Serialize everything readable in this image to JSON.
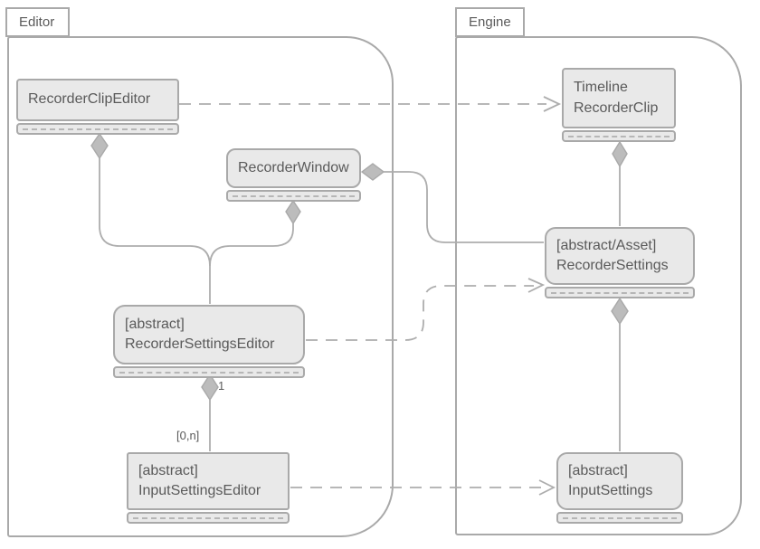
{
  "packages": {
    "editor": {
      "label": "Editor"
    },
    "engine": {
      "label": "Engine"
    }
  },
  "classes": {
    "recorder_clip_editor": {
      "lines": [
        "RecorderClipEditor"
      ]
    },
    "timeline_recorder_clip": {
      "lines": [
        "Timeline",
        "RecorderClip"
      ]
    },
    "recorder_window": {
      "lines": [
        "RecorderWindow"
      ]
    },
    "recorder_settings": {
      "lines": [
        "[abstract/Asset]",
        "RecorderSettings"
      ]
    },
    "recorder_settings_editor": {
      "lines": [
        "[abstract]",
        "RecorderSettingsEditor"
      ]
    },
    "input_settings_editor": {
      "lines": [
        "[abstract]",
        "InputSettingsEditor"
      ]
    },
    "input_settings": {
      "lines": [
        "[abstract]",
        "InputSettings"
      ]
    }
  },
  "relationships": [
    {
      "type": "dependency",
      "from": "RecorderClipEditor",
      "to": "Timeline RecorderClip"
    },
    {
      "type": "composition",
      "whole": "RecorderClipEditor",
      "part": "RecorderSettingsEditor"
    },
    {
      "type": "composition",
      "whole": "RecorderWindow",
      "part": "RecorderSettingsEditor"
    },
    {
      "type": "composition",
      "whole": "RecorderWindow",
      "part": "RecorderSettings"
    },
    {
      "type": "composition",
      "whole": "RecorderSettingsEditor",
      "part": "InputSettingsEditor",
      "whole_multiplicity": "1",
      "part_multiplicity": "[0,n]"
    },
    {
      "type": "dependency",
      "from": "RecorderSettingsEditor",
      "to": "RecorderSettings"
    },
    {
      "type": "dependency",
      "from": "InputSettingsEditor",
      "to": "InputSettings"
    },
    {
      "type": "composition",
      "whole": "Timeline RecorderClip",
      "part": "RecorderSettings"
    },
    {
      "type": "composition",
      "whole": "RecorderSettings",
      "part": "InputSettings"
    }
  ],
  "colors": {
    "node_fill": "#e9e9e9",
    "border": "#a9a9a9",
    "wire": "#adadad",
    "diamond_fill": "#bcbcbc",
    "text": "#5a5a5a",
    "background": "#ffffff"
  }
}
